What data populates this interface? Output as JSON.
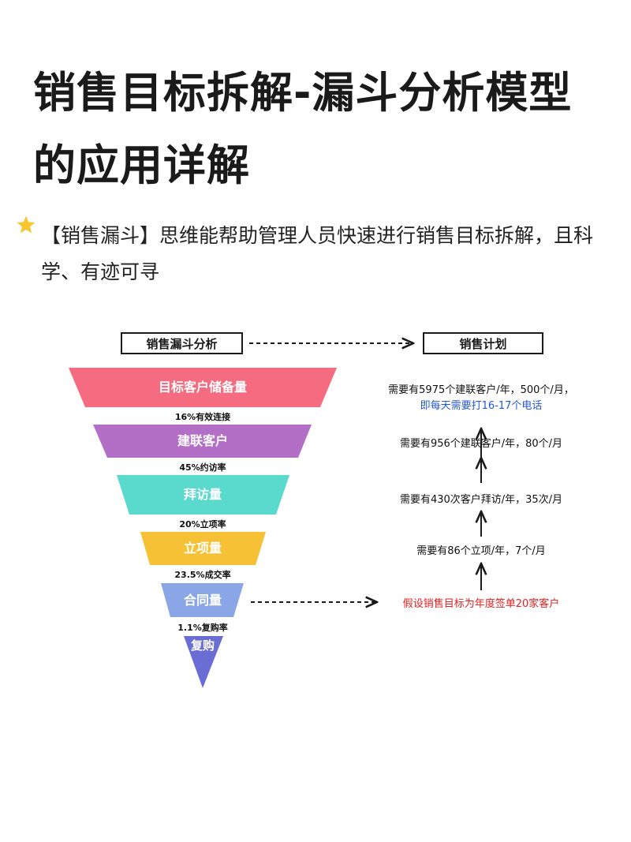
{
  "title": "销售目标拆解-漏斗分析模型的应用详解",
  "intro": "【销售漏斗】思维能帮助管理人员快速进行销售目标拆解，且科学、有迹可寻",
  "diagram": {
    "left_header": "销售漏斗分析",
    "right_header": "销售计划",
    "funnel": [
      {
        "label": "目标客户储备量",
        "color": "#f56b7f"
      },
      {
        "label": "建联客户",
        "color": "#b36fc6"
      },
      {
        "label": "拜访量",
        "color": "#5ad9cd"
      },
      {
        "label": "立项量",
        "color": "#f7c136"
      },
      {
        "label": "合同量",
        "color": "#8ba6e6"
      },
      {
        "label": "复购",
        "color": "#6a6dd3"
      }
    ],
    "rates": [
      "16%有效连接",
      "45%约访率",
      "20%立项率",
      "23.5%成交率",
      "1.1%复购率"
    ],
    "plan": {
      "step1_line1": "需要有5975个建联客户/年，500个/月，",
      "step1_line2": "即每天需要打16-17个电话",
      "step2": "需要有956个建联客户/年，80个/月",
      "step3": "需要有430次客户拜访/年，35次/月",
      "step4": "需要有86个立项/年，7个/月",
      "assumption": "假设销售目标为年度签单20家客户"
    }
  }
}
